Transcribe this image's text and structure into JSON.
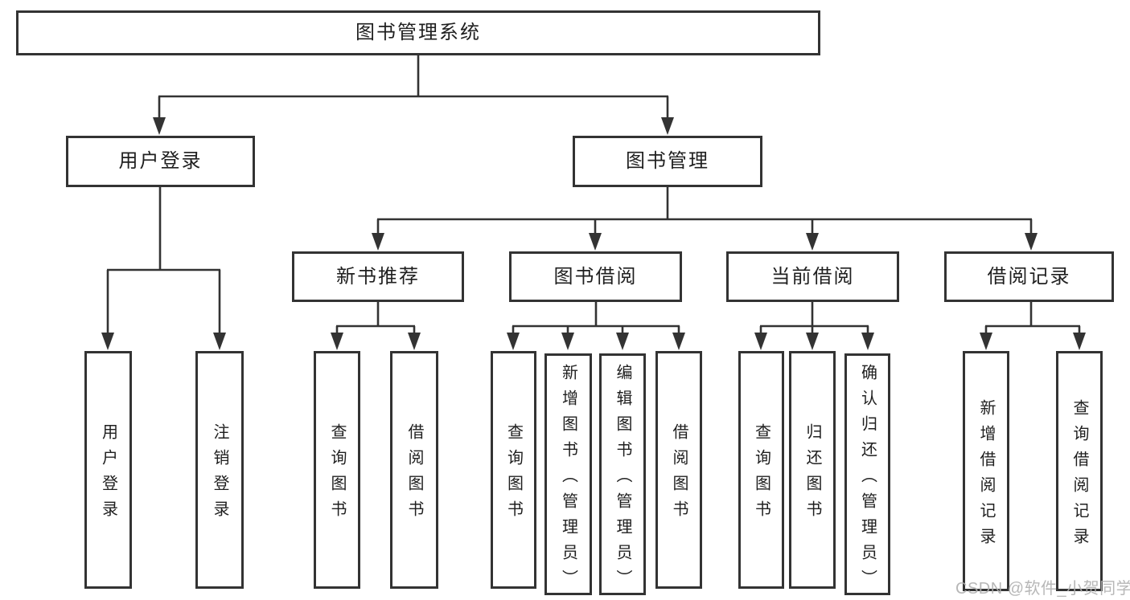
{
  "diagram": {
    "title": "图书管理系统",
    "type": "tree",
    "tree": {
      "label": "图书管理系统",
      "children": [
        {
          "label": "用户登录",
          "children": [
            {
              "label": "用户登录"
            },
            {
              "label": "注销登录"
            }
          ]
        },
        {
          "label": "图书管理",
          "children": [
            {
              "label": "新书推荐",
              "children": [
                {
                  "label": "查询图书"
                },
                {
                  "label": "借阅图书"
                }
              ]
            },
            {
              "label": "图书借阅",
              "children": [
                {
                  "label": "查询图书"
                },
                {
                  "label": "新增图书（管理员）"
                },
                {
                  "label": "编辑图书（管理员）"
                },
                {
                  "label": "借阅图书"
                }
              ]
            },
            {
              "label": "当前借阅",
              "children": [
                {
                  "label": "查询图书"
                },
                {
                  "label": "归还图书"
                },
                {
                  "label": "确认归还（管理员）"
                }
              ]
            },
            {
              "label": "借阅记录",
              "children": [
                {
                  "label": "新增借阅记录"
                },
                {
                  "label": "查询借阅记录"
                }
              ]
            }
          ]
        }
      ]
    }
  },
  "watermark": {
    "text": "CSDN @软件_小贺同学"
  },
  "colors": {
    "line": "#333333",
    "text": "#1f1f1f",
    "watermark": "#b0b0b0",
    "background": "#ffffff"
  }
}
